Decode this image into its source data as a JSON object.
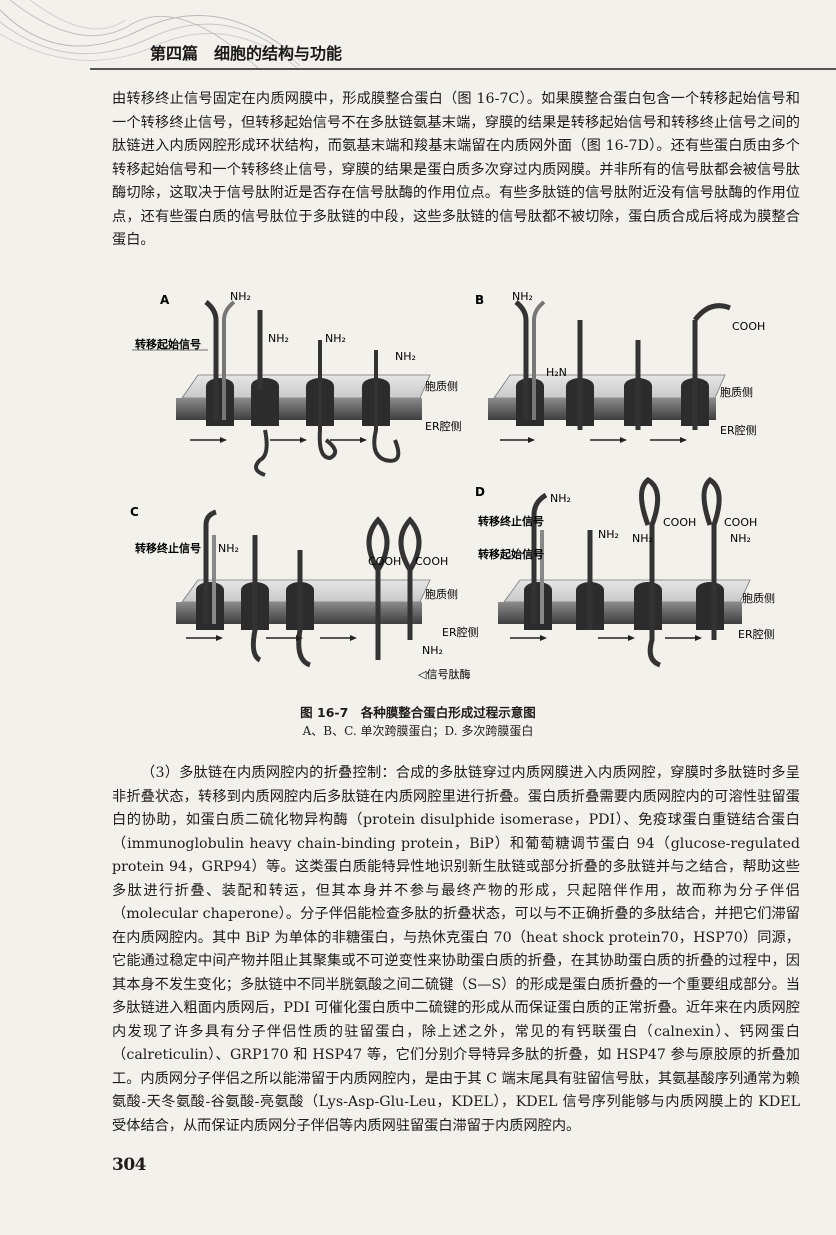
{
  "header": {
    "title": "第四篇　细胞的结构与功能"
  },
  "paragraph1": "由转移终止信号固定在内质网膜中，形成膜整合蛋白（图 16-7C）。如果膜整合蛋白包含一个转移起始信号和一个转移终止信号，但转移起始信号不在多肽链氨基末端，穿膜的结果是转移起始信号和转移终止信号之间的肽链进入内质网腔形成环状结构，而氨基末端和羧基末端留在内质网外面（图 16-7D）。还有些蛋白质由多个转移起始信号和一个转移终止信号，穿膜的结果是蛋白质多次穿过内质网膜。并非所有的信号肽都会被信号肽酶切除，这取决于信号肽附近是否存在信号肽酶的作用位点。有些多肽链的信号肽附近没有信号肽酶的作用位点，还有些蛋白质的信号肽位于多肽链的中段，这些多肽链的信号肽都不被切除，蛋白质合成后将成为膜整合蛋白。",
  "figure": {
    "panels": {
      "a": "A",
      "b": "B",
      "c": "C",
      "d": "D"
    },
    "labels": {
      "nh2": "NH₂",
      "h2n": "H₂N",
      "cooh": "COOH",
      "cytosol_side": "胞质侧",
      "er_lumen_side": "ER腔侧",
      "start_signal_a": "转移起始信号",
      "stop_signal_c": "转移终止信号",
      "stop_signal_d": "转移终止信号",
      "start_signal_d": "转移起始信号",
      "signal_peptidase": "◁信号肽酶"
    }
  },
  "caption": {
    "title": "图 16-7　各种膜整合蛋白形成过程示意图",
    "subtitle": "A、B、C. 单次跨膜蛋白；D. 多次跨膜蛋白"
  },
  "paragraph2": "（3）多肽链在内质网腔内的折叠控制：合成的多肽链穿过内质网膜进入内质网腔，穿膜时多肽链时多呈非折叠状态，转移到内质网腔内后多肽链在内质网腔里进行折叠。蛋白质折叠需要内质网腔内的可溶性驻留蛋白的协助，如蛋白质二硫化物异构酶（protein disulphide isomerase，PDI）、免疫球蛋白重链结合蛋白（immunoglobulin heavy chain-binding protein，BiP）和葡萄糖调节蛋白 94（glucose-regulated protein 94，GRP94）等。这类蛋白质能特异性地识别新生肽链或部分折叠的多肽链并与之结合，帮助这些多肽进行折叠、装配和转运，但其本身并不参与最终产物的形成，只起陪伴作用，故而称为分子伴侣（molecular chaperone）。分子伴侣能检查多肽的折叠状态，可以与不正确折叠的多肽结合，并把它们滞留在内质网腔内。其中 BiP 为单体的非糖蛋白，与热休克蛋白 70（heat shock protein70，HSP70）同源，它能通过稳定中间产物并阻止其聚集或不可逆变性来协助蛋白质的折叠，在其协助蛋白质的折叠的过程中，因其本身不发生变化；多肽链中不同半胱氨酸之间二硫键（S—S）的形成是蛋白质折叠的一个重要组成部分。当多肽链进入粗面内质网后，PDI 可催化蛋白质中二硫键的形成从而保证蛋白质的正常折叠。近年来在内质网腔内发现了许多具有分子伴侣性质的驻留蛋白，除上述之外，常见的有钙联蛋白（calnexin）、钙网蛋白（calreticulin）、GRP170 和 HSP47 等，它们分别介导特异多肽的折叠，如 HSP47 参与原胶原的折叠加工。内质网分子伴侣之所以能滞留于内质网腔内，是由于其 C 端末尾具有驻留信号肽，其氨基酸序列通常为赖氨酸-天冬氨酸-谷氨酸-亮氨酸（Lys-Asp-Glu-Leu，KDEL），KDEL 信号序列能够与内质网膜上的 KDEL 受体结合，从而保证内质网分子伴侣等内质网驻留蛋白滞留于内质网腔内。",
  "page_number": "304"
}
